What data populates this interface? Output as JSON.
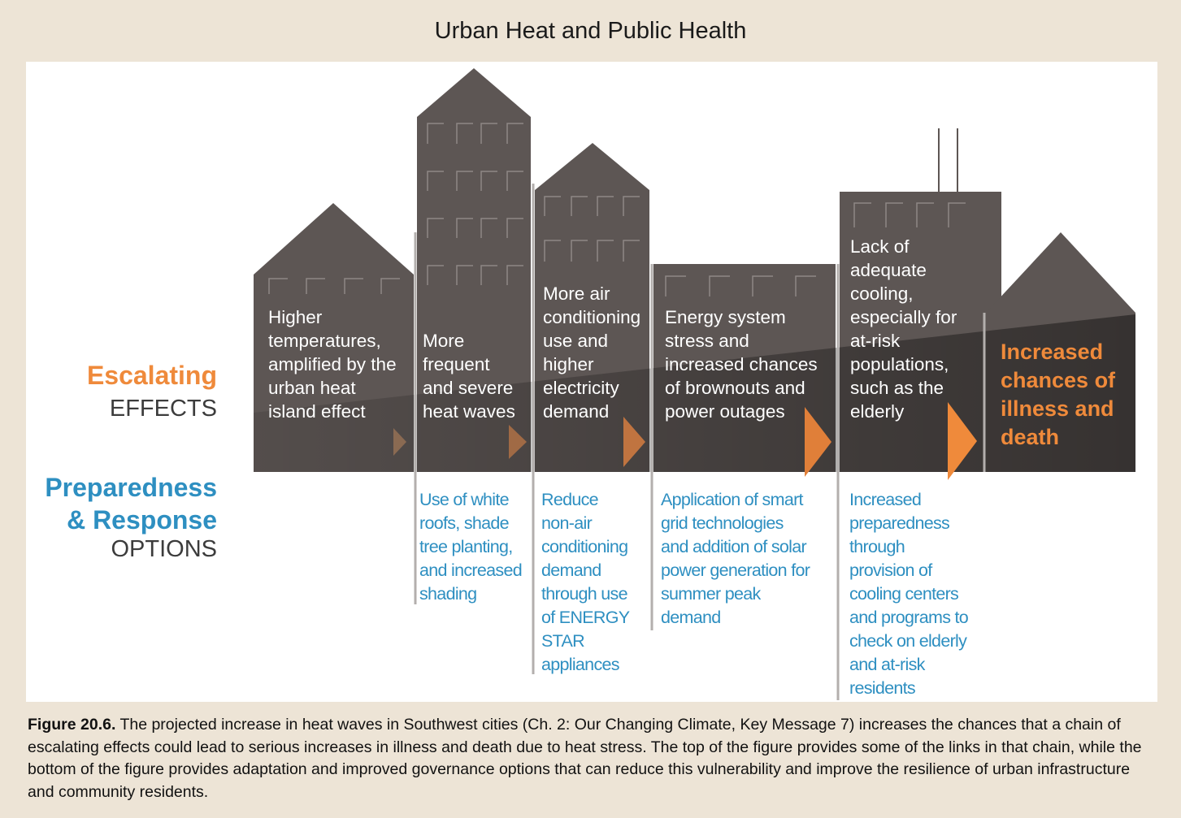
{
  "title": "Urban Heat and Public Health",
  "labels": {
    "escalating": "Escalating",
    "effects": "EFFECTS",
    "preparedness": "Preparedness",
    "response": "& Response",
    "options": "OPTIONS"
  },
  "effects": [
    [
      "Higher",
      "temperatures,",
      "amplified by the",
      "urban heat",
      "island effect"
    ],
    [
      "More",
      "frequent",
      "and severe",
      "heat waves"
    ],
    [
      "More air",
      "conditioning",
      "use and",
      "higher",
      "electricity",
      "demand"
    ],
    [
      "Energy system",
      "stress and",
      "increased chances",
      "of brownouts and",
      "power outages"
    ],
    [
      "Lack of",
      "adequate",
      "cooling,",
      "especially for",
      "at-risk",
      "populations,",
      "such as the",
      "elderly"
    ],
    [
      "Increased",
      "chances of",
      "illness and",
      "death"
    ]
  ],
  "options": [
    [
      "Use of white",
      "roofs, shade",
      "tree planting,",
      "and increased",
      "shading"
    ],
    [
      "Reduce",
      "non-air",
      "conditioning",
      "demand",
      "through use",
      "of ENERGY",
      "STAR",
      "appliances"
    ],
    [
      "Application of smart",
      "grid technologies",
      "and addition of solar",
      "power generation for",
      "summer peak",
      "demand"
    ],
    [
      "Increased",
      "preparedness",
      "through",
      "provision of",
      "cooling centers",
      "and programs to",
      "check on elderly",
      "and at-risk",
      "residents"
    ]
  ],
  "caption": {
    "label": "Figure 20.6.",
    "text": " The projected increase in heat waves in Southwest cities (Ch. 2: Our Changing Climate, Key Message 7) increases the chances that a chain of escalating effects could lead to serious increases in illness and death due to heat stress. The top of the figure provides some of the links in that chain, while the bottom of the figure provides adaptation and improved governance options that can reduce this vulnerability and improve the resilience of urban infrastructure and community residents."
  },
  "colors": {
    "building": "#5d5654",
    "building_dark": "#3f3a39",
    "accent_orange": "#ef8a3b",
    "accent_blue": "#2e8fc1",
    "background": "#ede4d6"
  }
}
